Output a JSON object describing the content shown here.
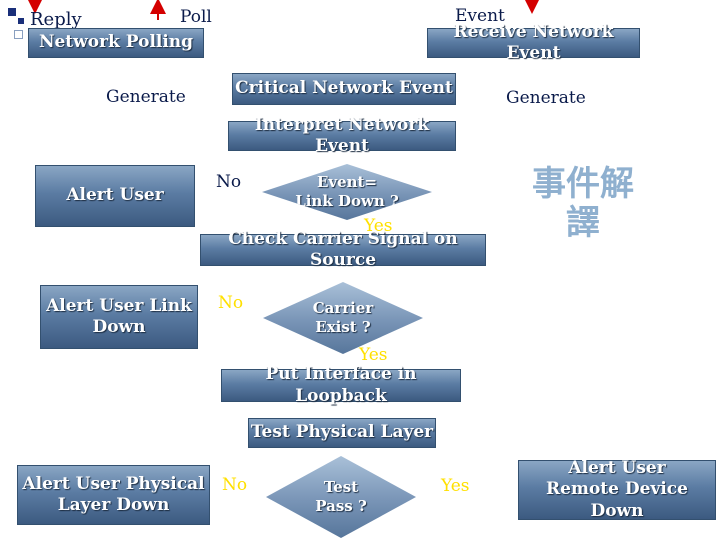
{
  "nodes": {
    "network_polling": "Network Polling",
    "receive_network_event": "Receive Network Event",
    "critical_network_event": "Critical Network Event",
    "interpret_network_event": "Interpret Network Event",
    "event_link_down_line1": "Event=",
    "event_link_down_line2": "Link Down ?",
    "check_carrier_signal": "Check Carrier Signal on Source",
    "carrier_exist_line1": "Carrier",
    "carrier_exist_line2": "Exist ?",
    "put_interface_loopback": "Put Interface in Loopback",
    "test_physical_layer": "Test Physical Layer",
    "test_pass_line1": "Test",
    "test_pass_line2": "Pass ?",
    "alert_user": "Alert User",
    "alert_user_link_down_line1": "Alert User Link",
    "alert_user_link_down_line2": "Down",
    "alert_user_physical_line1": "Alert User Physical",
    "alert_user_physical_line2": "Layer Down",
    "alert_user_remote_line1": "Alert User",
    "alert_user_remote_line2": "Remote Device Down"
  },
  "labels": {
    "reply": "Reply",
    "poll": "Poll",
    "event": "Event",
    "generate_left": "Generate",
    "generate_right": "Generate",
    "no_1": "No",
    "yes_1": "Yes",
    "no_2": "No",
    "yes_2": "Yes",
    "no_3": "No",
    "yes_3": "Yes"
  },
  "watermark": {
    "line1": "事件解",
    "line2": "譯"
  },
  "colors": {
    "label_red": "#d40000",
    "label_yellow": "#ffe000",
    "label_navy": "#0a1a4a",
    "box_mid": "#5b7ca3",
    "watermark": "#8fb0cf"
  }
}
